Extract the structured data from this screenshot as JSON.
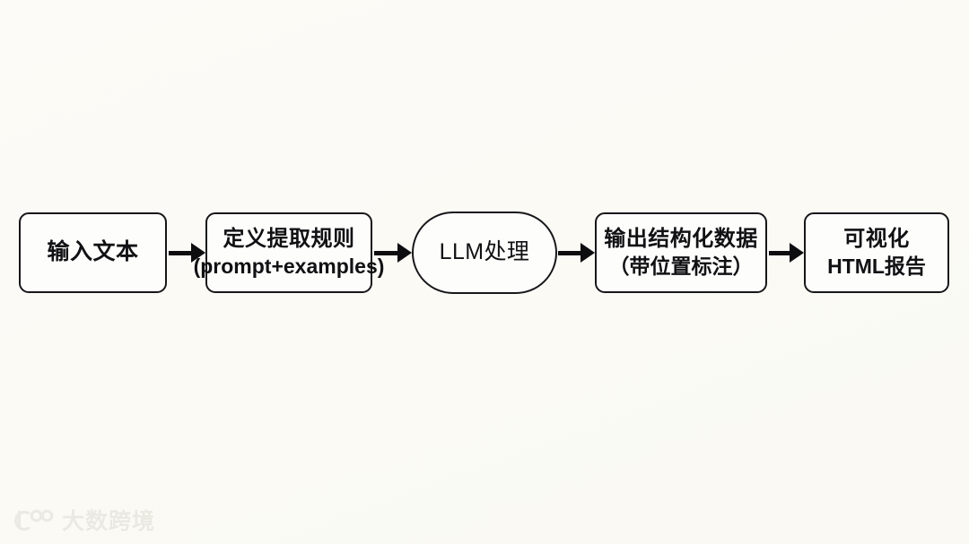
{
  "canvas": {
    "background_color": "#fbfaf6",
    "node_fill_color": "#fdfdfc",
    "node_border_color": "#17171a",
    "arrow_color": "#0d0d10"
  },
  "diagram": {
    "type": "flowchart",
    "orientation": "left-to-right",
    "nodes": [
      {
        "id": "input-text",
        "shape": "rounded-rectangle",
        "line1": "输入文本",
        "line2": ""
      },
      {
        "id": "define-rules",
        "shape": "rounded-rectangle",
        "line1": "定义提取规则",
        "line2": "(prompt+examples)"
      },
      {
        "id": "llm-processing",
        "shape": "stadium",
        "line1": "LLM处理",
        "line2": ""
      },
      {
        "id": "structured-output",
        "shape": "rounded-rectangle",
        "line1": "输出结构化数据",
        "line2": "（带位置标注）"
      },
      {
        "id": "html-report",
        "shape": "rounded-rectangle",
        "line1": "可视化",
        "line2": "HTML报告"
      }
    ],
    "edges": [
      {
        "id": "edge-1",
        "from": "input-text",
        "to": "define-rules",
        "style": "solid-arrow"
      },
      {
        "id": "edge-2",
        "from": "define-rules",
        "to": "llm-processing",
        "style": "solid-arrow"
      },
      {
        "id": "edge-3",
        "from": "llm-processing",
        "to": "structured-output",
        "style": "solid-arrow"
      },
      {
        "id": "edge-4",
        "from": "structured-output",
        "to": "html-report",
        "style": "solid-arrow"
      }
    ]
  },
  "watermark": {
    "text": "大数跨境",
    "color": "#d4d2ca",
    "logo_icon": "circle-logo-icon"
  }
}
